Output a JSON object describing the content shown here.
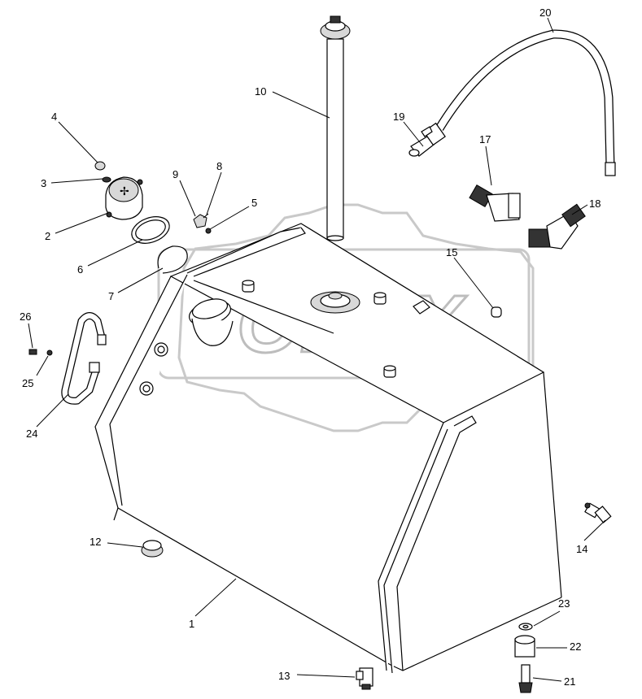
{
  "watermark": {
    "text": "OPEX"
  },
  "callouts": [
    {
      "id": "1",
      "label": "1"
    },
    {
      "id": "2",
      "label": "2"
    },
    {
      "id": "3",
      "label": "3"
    },
    {
      "id": "4",
      "label": "4"
    },
    {
      "id": "5",
      "label": "5"
    },
    {
      "id": "6",
      "label": "6"
    },
    {
      "id": "7",
      "label": "7"
    },
    {
      "id": "8",
      "label": "8"
    },
    {
      "id": "9",
      "label": "9"
    },
    {
      "id": "10",
      "label": "10"
    },
    {
      "id": "12",
      "label": "12"
    },
    {
      "id": "13",
      "label": "13"
    },
    {
      "id": "14",
      "label": "14"
    },
    {
      "id": "15",
      "label": "15"
    },
    {
      "id": "17",
      "label": "17"
    },
    {
      "id": "18",
      "label": "18"
    },
    {
      "id": "19",
      "label": "19"
    },
    {
      "id": "20",
      "label": "20"
    },
    {
      "id": "21",
      "label": "21"
    },
    {
      "id": "22",
      "label": "22"
    },
    {
      "id": "23",
      "label": "23"
    },
    {
      "id": "24",
      "label": "24"
    },
    {
      "id": "25",
      "label": "25"
    },
    {
      "id": "26",
      "label": "26"
    }
  ]
}
